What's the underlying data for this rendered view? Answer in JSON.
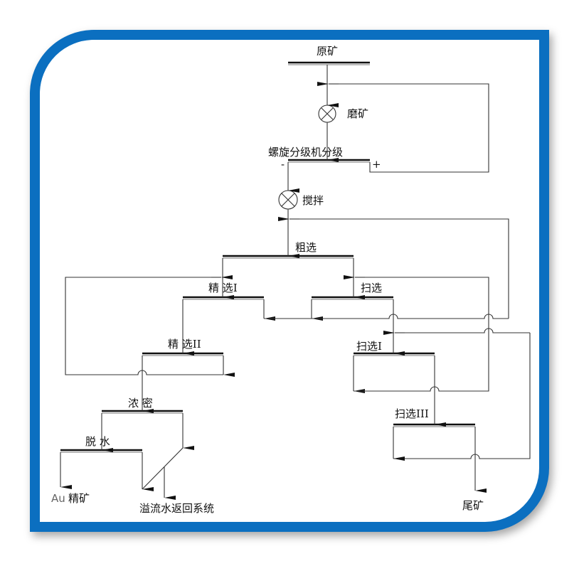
{
  "labels": {
    "raw_ore": "原矿",
    "grinding": "磨矿",
    "classifier": "螺旋分级机分级",
    "minus": "-",
    "plus": "+",
    "agitation": "搅拌",
    "rougher": "粗选",
    "cleaner1": "精 选I",
    "scavenger": "扫选",
    "cleaner2": "精 选II",
    "scavenger1": "扫选I",
    "scavenger2": "扫选III",
    "thickening": "浓 密",
    "dewatering": "脱 水",
    "au_prefix": "Au",
    "concentrate": "精矿",
    "overflow": "溢流水返回系统",
    "tailings": "尾矿"
  },
  "colors": {
    "frame": "#0b6fc0",
    "line": "#333333"
  }
}
